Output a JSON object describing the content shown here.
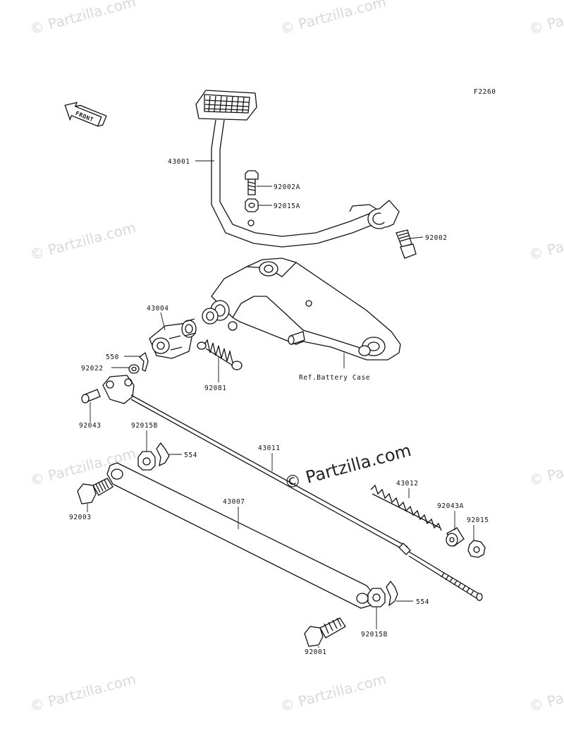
{
  "figure_code": "F2260",
  "front_label": "FRONT",
  "watermark": "© Partzilla.com",
  "parts": {
    "p43001": "43001",
    "p92002A": "92002A",
    "p92015A": "92015A",
    "p92002": "92002",
    "p43004": "43004",
    "p550": "550",
    "p92022": "92022",
    "p92081": "92081",
    "ref_battery": "Ref.Battery Case",
    "p92043": "92043",
    "p92015B_top": "92015B",
    "p554_top": "554",
    "p43011": "43011",
    "p92003": "92003",
    "p43007": "43007",
    "p43012": "43012",
    "p92043A": "92043A",
    "p92015": "92015",
    "p554_bottom": "554",
    "p92015B_bottom": "92015B",
    "p92001": "92001"
  }
}
